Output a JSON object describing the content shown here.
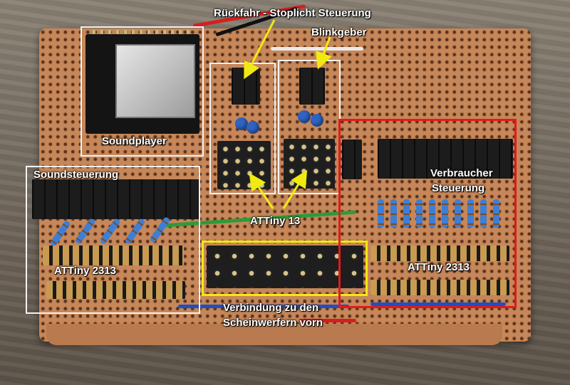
{
  "labels": {
    "rueckfahr": "Rückfahr - Stoplicht Steuerung",
    "blinkgeber": "Blinkgeber",
    "soundplayer": "Soundplayer",
    "soundsteuerung": "Soundsteuerung",
    "verbraucher_line1": "Verbraucher",
    "verbraucher_line2": "Steuerung",
    "attiny13": "ATTiny 13",
    "attiny2313_left": "ATTiny 2313",
    "attiny2313_right": "ATTiny 2313",
    "verbindung_line1": "Verbindung zu den",
    "verbindung_line2": "Scheinwerfern vorn"
  },
  "colors": {
    "annotation_white": "#f2f2f2",
    "annotation_yellow": "#f1ea12",
    "annotation_red": "#e11b1b",
    "board": "#c6875a"
  }
}
